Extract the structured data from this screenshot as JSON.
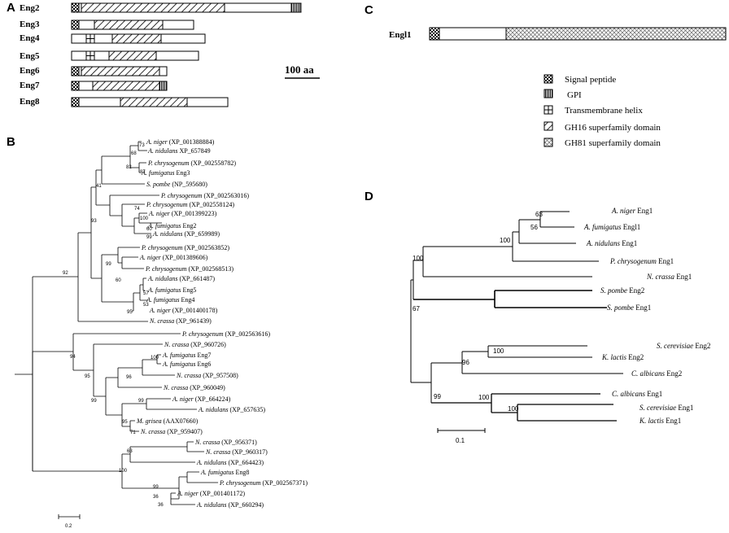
{
  "panels": {
    "A": "A",
    "B": "B",
    "C": "C",
    "D": "D"
  },
  "panelA": {
    "genes": [
      "Eng2",
      "Eng3",
      "Eng4",
      "Eng5",
      "Eng6",
      "Eng7",
      "Eng8"
    ],
    "scale_label": "100 aa"
  },
  "panelC": {
    "gene": "Engl1",
    "legend": [
      {
        "label": "Signal peptide",
        "icon": "signal-peptide-icon"
      },
      {
        "label": "GPI",
        "icon": "gpi-icon"
      },
      {
        "label": "Transmembrane helix",
        "icon": "transmembrane-helix-icon"
      },
      {
        "label": "GH16 superfamily domain",
        "icon": "gh16-domain-icon"
      },
      {
        "label": "GH81 superfamily domain",
        "icon": "gh81-domain-icon"
      }
    ]
  },
  "panelB": {
    "leaves": [
      {
        "sp": "A. niger",
        "id": "(XP_001388884)"
      },
      {
        "sp": "A. nidulans",
        "id": "XP_657849"
      },
      {
        "sp": "P. chrysogenum",
        "id": "(XP_002558782)"
      },
      {
        "sp": "A. fumigatus",
        "id": "Eng3"
      },
      {
        "sp": "S. pombe",
        "id": "(NP_595680)"
      },
      {
        "sp": "P. chrysogenum",
        "id": "(XP_002563016)"
      },
      {
        "sp": "P. chrysogenum",
        "id": "(XP_002558124)"
      },
      {
        "sp": "A. niger",
        "id": "(XP_001399223)"
      },
      {
        "sp": "A. fumigatus",
        "id": "Eng2"
      },
      {
        "sp": "A. nidulans",
        "id": "(XP_659989)"
      },
      {
        "sp": "P. chrysogenum",
        "id": "(XP_002563852)"
      },
      {
        "sp": "A. niger",
        "id": "(XP_001389606)"
      },
      {
        "sp": "P. chrysogenum",
        "id": "(XP_002568513)"
      },
      {
        "sp": "A. nidulans",
        "id": "(XP_661487)"
      },
      {
        "sp": "A. fumigatus",
        "id": "Eng5"
      },
      {
        "sp": "A. fumigatus",
        "id": "Eng4"
      },
      {
        "sp": "A. niger",
        "id": "(XP_001400178)"
      },
      {
        "sp": "N. crassa",
        "id": "(XP_961439)"
      },
      {
        "sp": "P. chrysogenum",
        "id": "(XP_002563616)"
      },
      {
        "sp": "N. crassa",
        "id": "(XP_960726)"
      },
      {
        "sp": "A. fumigatus",
        "id": "Eng7"
      },
      {
        "sp": "A. fumigatus",
        "id": "Eng6"
      },
      {
        "sp": "N. crassa",
        "id": "(XP_957508)"
      },
      {
        "sp": "N. crassa",
        "id": "(XP_960049)"
      },
      {
        "sp": "A. niger",
        "id": "(XP_664224)"
      },
      {
        "sp": "A. nidulans",
        "id": "(XP_657635)"
      },
      {
        "sp": "M. grisea",
        "id": "(AAX07660)"
      },
      {
        "sp": "N. crassa",
        "id": "(XP_959407)"
      },
      {
        "sp": "N. crassa",
        "id": "(XP_956371)"
      },
      {
        "sp": "N. crassa",
        "id": "(XP_960317)"
      },
      {
        "sp": "A. nidulans",
        "id": "(XP_664423)"
      },
      {
        "sp": "A. fumigatus",
        "id": "Eng8"
      },
      {
        "sp": "P. chrysogenum",
        "id": "(XP_002567371)"
      },
      {
        "sp": "A. niger",
        "id": "(XP_001401172)"
      },
      {
        "sp": "A. nidulans",
        "id": "(XP_660294)"
      }
    ],
    "bootstraps": [
      "73",
      "68",
      "82",
      "87",
      "41",
      "74",
      "100",
      "60",
      "99",
      "93",
      "99",
      "60",
      "57",
      "53",
      "95",
      "92",
      "100",
      "96",
      "94",
      "95",
      "99",
      "95",
      "71",
      "99",
      "63",
      "100",
      "99",
      "36",
      "36"
    ],
    "scale_label": "0.2"
  },
  "panelD": {
    "leaves": [
      {
        "sp": "A. niger",
        "id": "Eng1"
      },
      {
        "sp": "A. fumigatus",
        "id": "Engl1"
      },
      {
        "sp": "A. nidulans",
        "id": "Eng1"
      },
      {
        "sp": "P. chrysogenum",
        "id": "Eng1"
      },
      {
        "sp": "N. crassa",
        "id": "Eng1"
      },
      {
        "sp": "S. pombe",
        "id": "Eng2"
      },
      {
        "sp": "S. pombe",
        "id": "Eng1"
      },
      {
        "sp": "S. cerevisiae",
        "id": "Eng2"
      },
      {
        "sp": "K. lactis",
        "id": "Eng2"
      },
      {
        "sp": "C. albicans",
        "id": "Eng2"
      },
      {
        "sp": "C. albicans",
        "id": "Eng1"
      },
      {
        "sp": "S. cerevisiae",
        "id": "Eng1"
      },
      {
        "sp": "K. lactis",
        "id": "Eng1"
      }
    ],
    "bootstraps": [
      "63",
      "56",
      "100",
      "100",
      "67",
      "100",
      "96",
      "99",
      "100",
      "100"
    ],
    "scale_label": "0.1"
  }
}
